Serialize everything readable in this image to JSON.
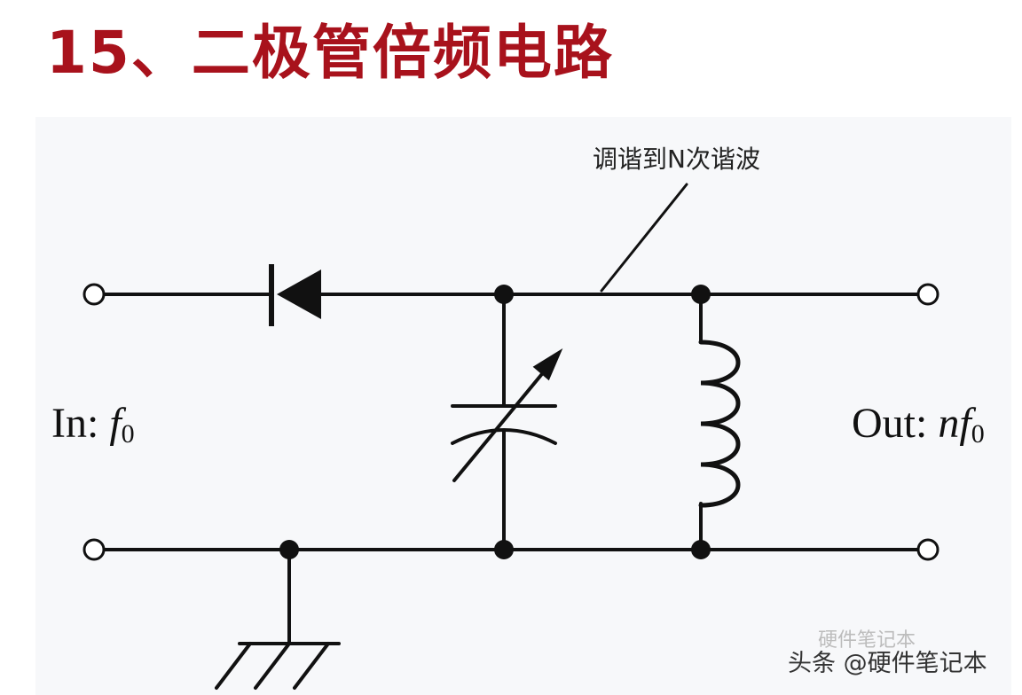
{
  "title": "15、二极管倍频电路",
  "annotation": "调谐到N次谐波",
  "input_label": {
    "prefix": "In: ",
    "var": "f",
    "sub": "0"
  },
  "output_label": {
    "prefix": "Out: ",
    "var": "nf",
    "sub": "0"
  },
  "watermark": "头条 @硬件笔记本",
  "watermark_ghost": "硬件笔记本",
  "colors": {
    "title": "#a8121c",
    "wire": "#111111",
    "panel": "#f7f8fa"
  },
  "components": [
    "diode",
    "variable-capacitor",
    "inductor",
    "ground"
  ]
}
